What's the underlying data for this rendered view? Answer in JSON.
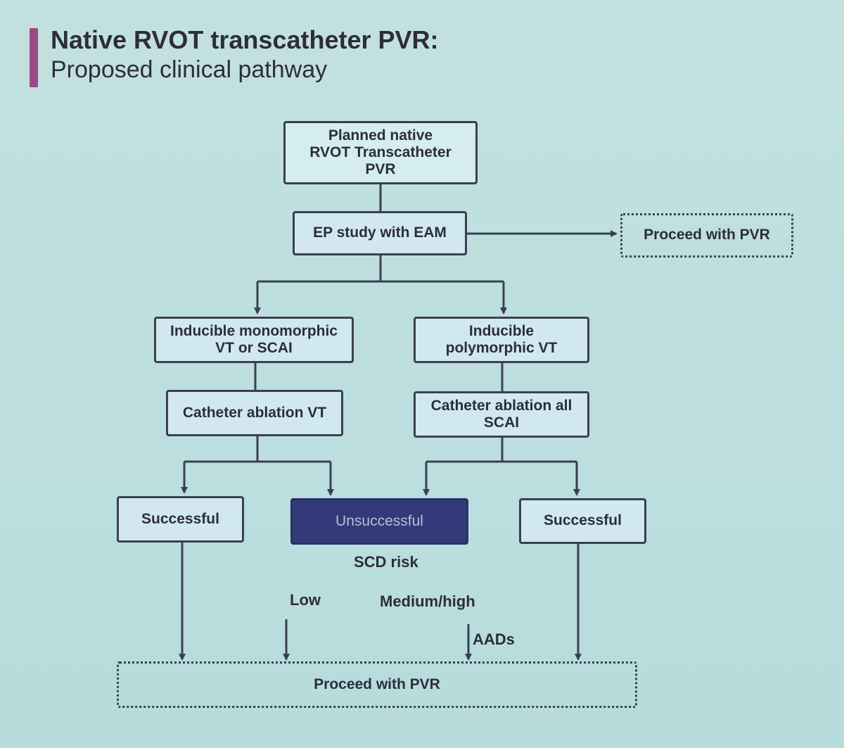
{
  "header": {
    "title": "Native RVOT transcatheter PVR:",
    "subtitle": "Proposed clinical pathway"
  },
  "nodes": {
    "start": "Planned native RVOT Transcatheter PVR",
    "ep_study": "EP study with EAM",
    "proceed_right": "Proceed with PVR",
    "mono": "Inducible monomorphic VT or SCAI",
    "poly": "Inducible polymorphic VT",
    "ablation_vt": "Catheter ablation VT",
    "ablation_scai": "Catheter ablation all SCAI",
    "successful_left": "Successful",
    "unsuccessful": "Unsuccessful",
    "successful_right": "Successful",
    "proceed_bottom": "Proceed with PVR"
  },
  "labels": {
    "scd_risk": "SCD risk",
    "low": "Low",
    "medium_high": "Medium/high",
    "aads": "AADs"
  },
  "colors": {
    "accent": "#9b4a86",
    "background": "#bfdfdf",
    "box_fill": "#d1e9ee",
    "box_border": "#3a3f55",
    "dark_box": "#333a7a"
  }
}
